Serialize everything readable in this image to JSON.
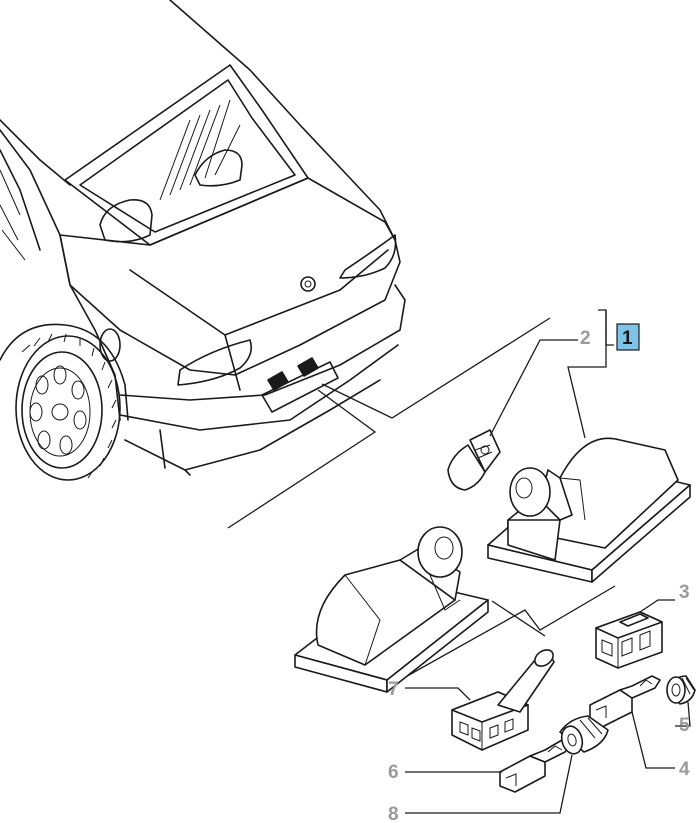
{
  "colors": {
    "line": "#1a1a1a",
    "callout_text": "#9a9a9a",
    "highlight_box": "#7fc4e8"
  },
  "callouts": {
    "c1": "1",
    "c2": "2",
    "c3": "3",
    "c4": "4",
    "c5": "5",
    "c6": "6",
    "c7": "7",
    "c8": "8"
  }
}
